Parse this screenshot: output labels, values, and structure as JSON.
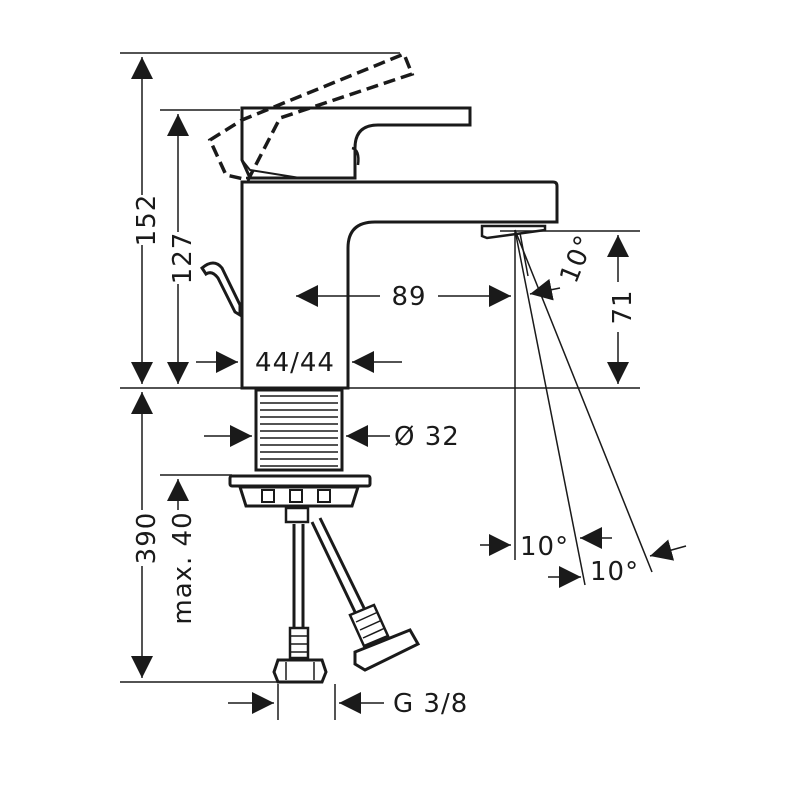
{
  "dimensions": {
    "total_height": "152",
    "spout_height": "127",
    "spout_reach": "89",
    "outlet_height": "71",
    "body_section": "44/44",
    "shank_diameter": "Ø 32",
    "hose_length": "390",
    "max_thickness": "max. 40",
    "connection": "G 3/8",
    "angle_top": "10°",
    "angle_bottom_1": "10°",
    "angle_bottom_2": "10°"
  }
}
